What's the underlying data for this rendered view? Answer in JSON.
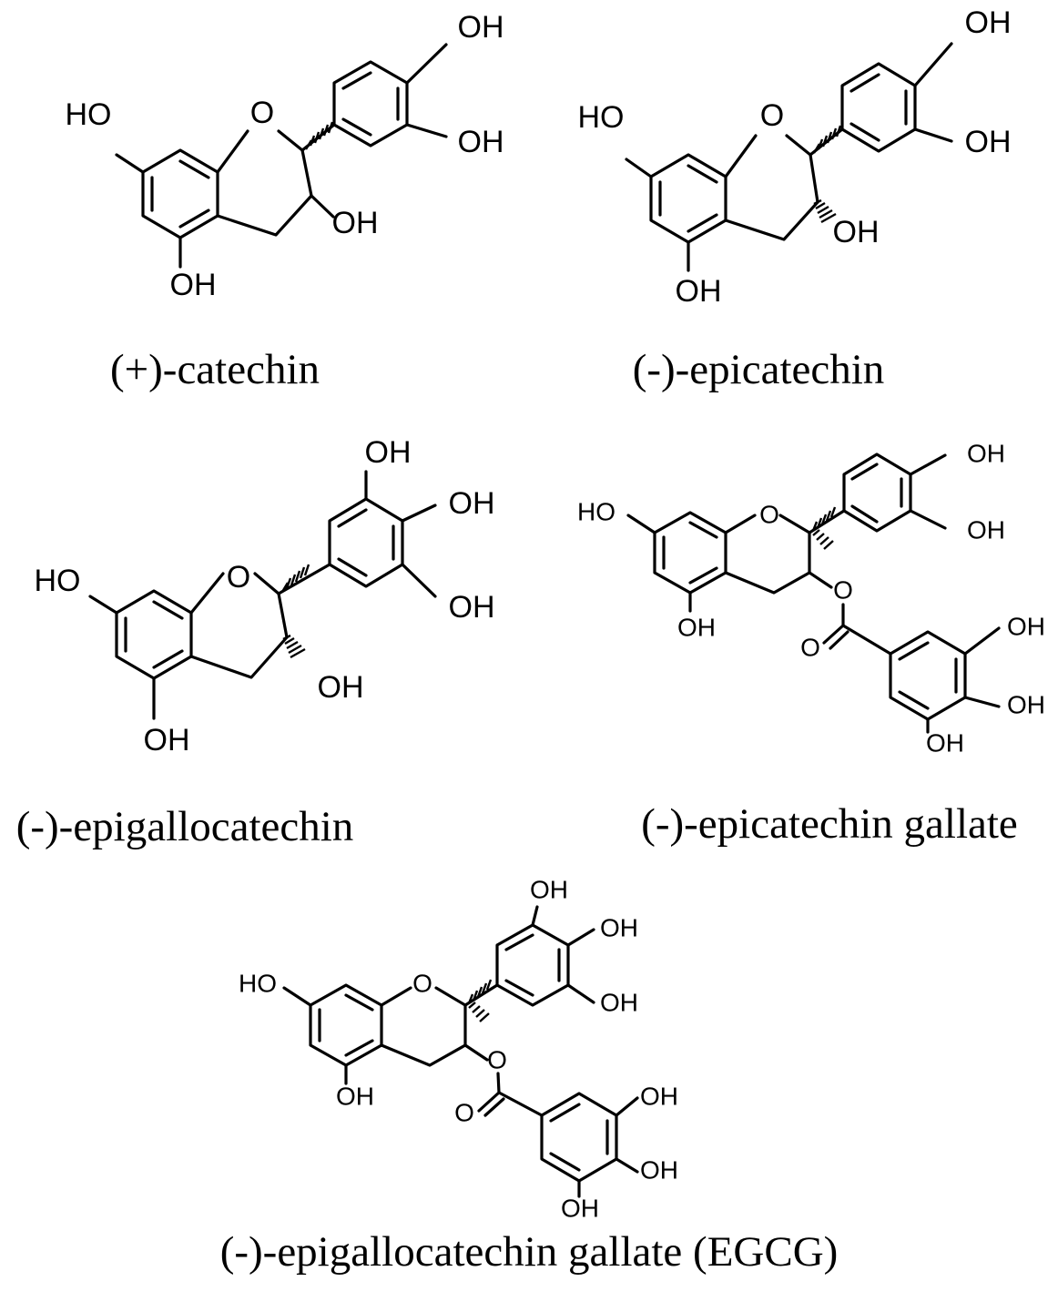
{
  "figure": {
    "molecules": [
      {
        "caption": "(+)-catechin",
        "atoms": {
          "o_ring": "O",
          "ho_7": "HO",
          "oh_5": "OH",
          "oh_3": "OH",
          "oh_b3": "OH",
          "oh_b4": "OH"
        }
      },
      {
        "caption": "(-)-epicatechin",
        "atoms": {
          "o_ring": "O",
          "ho_7": "HO",
          "oh_5": "OH",
          "oh_3": "OH",
          "oh_b3": "OH",
          "oh_b4": "OH"
        }
      },
      {
        "caption": "(-)-epigallocatechin",
        "atoms": {
          "o_ring": "O",
          "ho_7": "HO",
          "oh_5": "OH",
          "oh_3": "OH",
          "oh_b3": "OH",
          "oh_b4": "OH",
          "oh_b5": "OH"
        }
      },
      {
        "caption": "(-)-epicatechin gallate",
        "atoms": {
          "o_ring": "O",
          "ho_7": "HO",
          "oh_5": "OH",
          "o_ester": "O",
          "o_carbonyl": "O",
          "oh_b3": "OH",
          "oh_b4": "OH",
          "oh_g3": "OH",
          "oh_g4": "OH",
          "oh_g5": "OH"
        }
      },
      {
        "caption": "(-)-epigallocatechin gallate (EGCG)",
        "atoms": {
          "o_ring": "O",
          "ho_7": "HO",
          "oh_5": "OH",
          "o_ester": "O",
          "o_carbonyl": "O",
          "oh_b3": "OH",
          "oh_b4": "OH",
          "oh_b5": "OH",
          "oh_g3": "OH",
          "oh_g4": "OH",
          "oh_g5": "OH"
        }
      }
    ]
  }
}
